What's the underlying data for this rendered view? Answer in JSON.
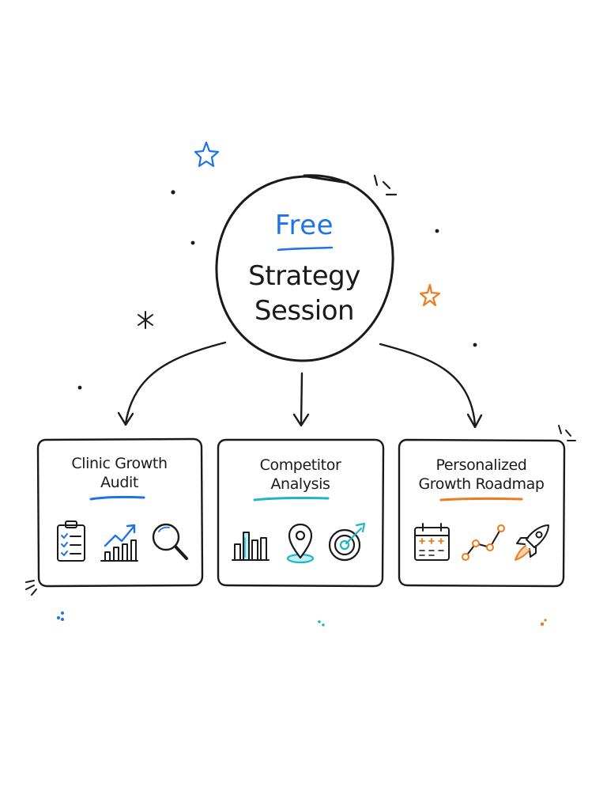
{
  "hub": {
    "highlight": "Free",
    "line1": "Strategy",
    "line2": "Session"
  },
  "cards": [
    {
      "line1": "Clinic Growth",
      "line2": "Audit",
      "accent": "#1f73e8",
      "icons": [
        "checklist-icon",
        "growth-chart-icon",
        "magnifier-icon"
      ]
    },
    {
      "line1": "Competitor",
      "line2": "Analysis",
      "accent": "#1fb5c9",
      "icons": [
        "bar-chart-icon",
        "location-pin-icon",
        "target-icon"
      ]
    },
    {
      "line1": "Personalized",
      "line2": "Growth Roadmap",
      "accent": "#f07a1e",
      "icons": [
        "calendar-icon",
        "timeline-icon",
        "rocket-icon"
      ]
    }
  ],
  "colors": {
    "ink": "#1a1a1a",
    "blue": "#1f73e8",
    "teal": "#1fb5c9",
    "orange": "#f07a1e"
  }
}
